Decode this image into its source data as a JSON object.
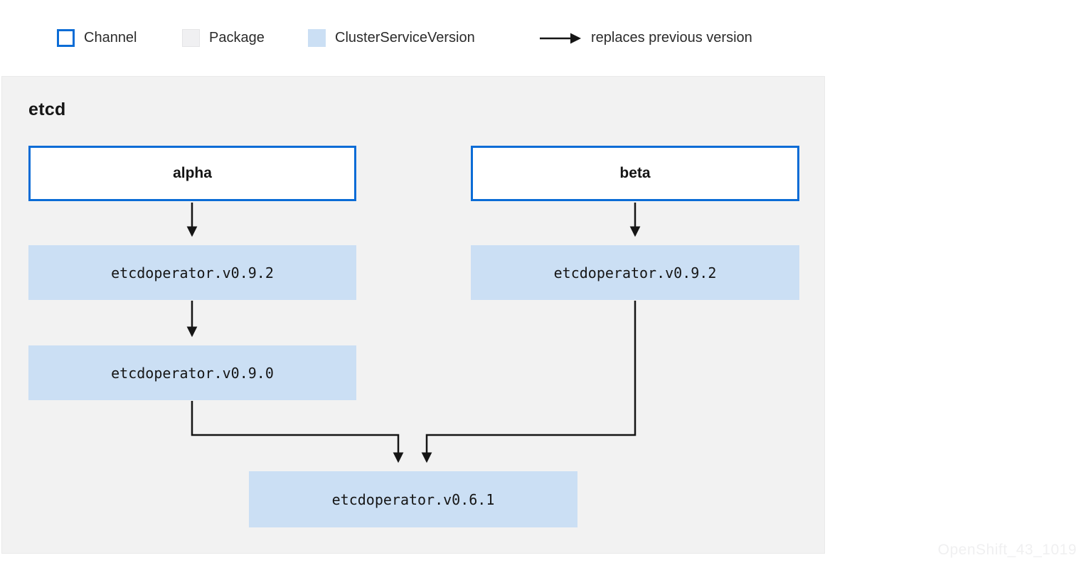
{
  "legend": {
    "channel_label": "Channel",
    "package_label": "Package",
    "csv_label": "ClusterServiceVersion",
    "arrow_label": "replaces previous version"
  },
  "diagram": {
    "package_name": "etcd",
    "channels": {
      "alpha": "alpha",
      "beta": "beta"
    },
    "csvs": {
      "alpha_head": "etcdoperator.v0.9.2",
      "alpha_prev": "etcdoperator.v0.9.0",
      "beta_head": "etcdoperator.v0.9.2",
      "base": "etcdoperator.v0.6.1"
    },
    "edges": [
      {
        "from": "alpha",
        "to": "etcdoperator.v0.9.2",
        "relation": "channel head"
      },
      {
        "from": "beta",
        "to": "etcdoperator.v0.9.2",
        "relation": "channel head"
      },
      {
        "from": "etcdoperator.v0.9.2 (alpha)",
        "to": "etcdoperator.v0.9.0",
        "relation": "replaces previous version"
      },
      {
        "from": "etcdoperator.v0.9.0",
        "to": "etcdoperator.v0.6.1",
        "relation": "replaces previous version"
      },
      {
        "from": "etcdoperator.v0.9.2 (beta)",
        "to": "etcdoperator.v0.6.1",
        "relation": "replaces previous version"
      }
    ]
  },
  "watermark": "OpenShift_43_1019",
  "colors": {
    "channel_border": "#0b6cd6",
    "csv_fill": "#cbdff4",
    "package_fill": "#f2f2f2",
    "arrow": "#151515",
    "text": "#151515"
  }
}
